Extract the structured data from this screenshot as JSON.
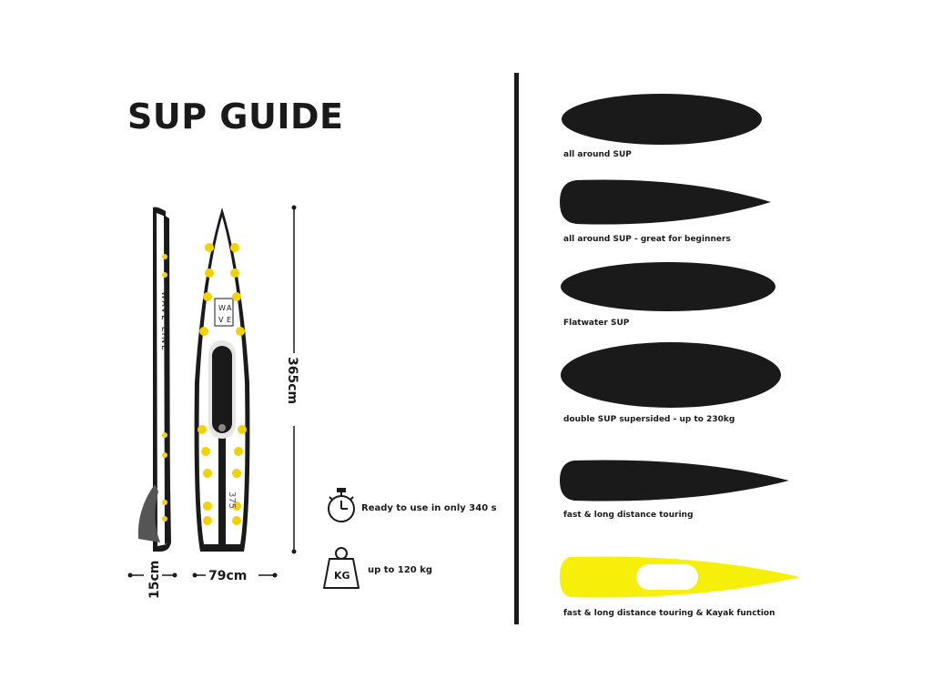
{
  "page": {
    "title": "SUP GUIDE"
  },
  "board": {
    "brand_side": "WAVE LINE",
    "logo_letters": [
      "W",
      "A",
      "V",
      "E"
    ],
    "model_number": "375",
    "dimensions": {
      "length": "365cm",
      "width": "79cm",
      "thickness": "15cm"
    }
  },
  "features": [
    {
      "icon": "stopwatch-icon",
      "text": "Ready to use in only 340 s"
    },
    {
      "icon": "weight-icon",
      "icon_text": "KG",
      "text": "up to 120 kg"
    }
  ],
  "shapes": [
    {
      "label": "all around SUP",
      "color": "#1a1a1a"
    },
    {
      "label": "all around SUP - great for beginners",
      "color": "#1a1a1a"
    },
    {
      "label": "Flatwater SUP",
      "color": "#1a1a1a"
    },
    {
      "label": "double SUP supersided - up to 230kg",
      "color": "#1a1a1a"
    },
    {
      "label": "fast & long distance touring",
      "color": "#1a1a1a"
    },
    {
      "label": "fast & long distance touring & Kayak function",
      "color": "#f5ef0a"
    }
  ],
  "colors": {
    "accent": "#f5ef0a",
    "board_black": "#1a1a1a",
    "handle_yellow": "#f2d200"
  }
}
